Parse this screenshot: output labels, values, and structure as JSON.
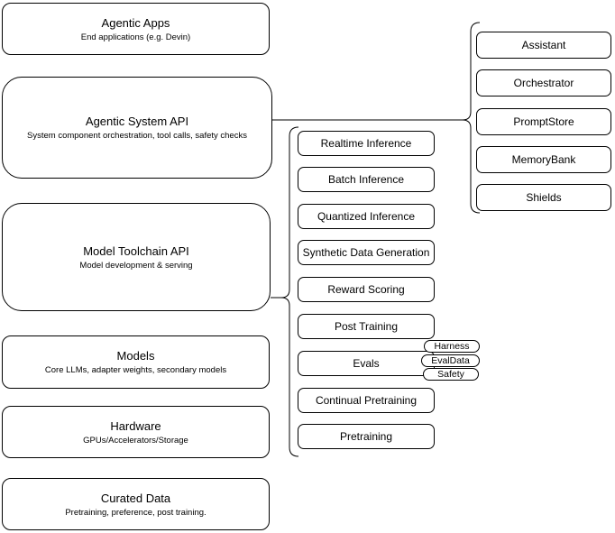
{
  "diagram": {
    "colors": {
      "background": "#ffffff",
      "stroke": "#000000",
      "text": "#000000"
    },
    "stack": [
      {
        "title": "Agentic Apps",
        "subtitle": "End applications (e.g. Devin)"
      },
      {
        "title": "Agentic System API",
        "subtitle": "System component orchestration, tool calls, safety checks"
      },
      {
        "title": "Model Toolchain API",
        "subtitle": "Model development & serving"
      },
      {
        "title": "Models",
        "subtitle": "Core LLMs, adapter weights, secondary models"
      },
      {
        "title": "Hardware",
        "subtitle": "GPUs/Accelerators/Storage"
      },
      {
        "title": "Curated Data",
        "subtitle": "Pretraining, preference, post training."
      }
    ],
    "toolchain": {
      "boxes": [
        "Realtime Inference",
        "Batch Inference",
        "Quantized Inference",
        "Synthetic Data Generation",
        "Reward Scoring",
        "Post Training",
        "Evals",
        "Continual Pretraining",
        "Pretraining"
      ],
      "eval_tags": [
        "Harness",
        "EvalData",
        "Safety"
      ]
    },
    "system": {
      "boxes": [
        "Assistant",
        "Orchestrator",
        "PromptStore",
        "MemoryBank",
        "Shields"
      ]
    }
  }
}
